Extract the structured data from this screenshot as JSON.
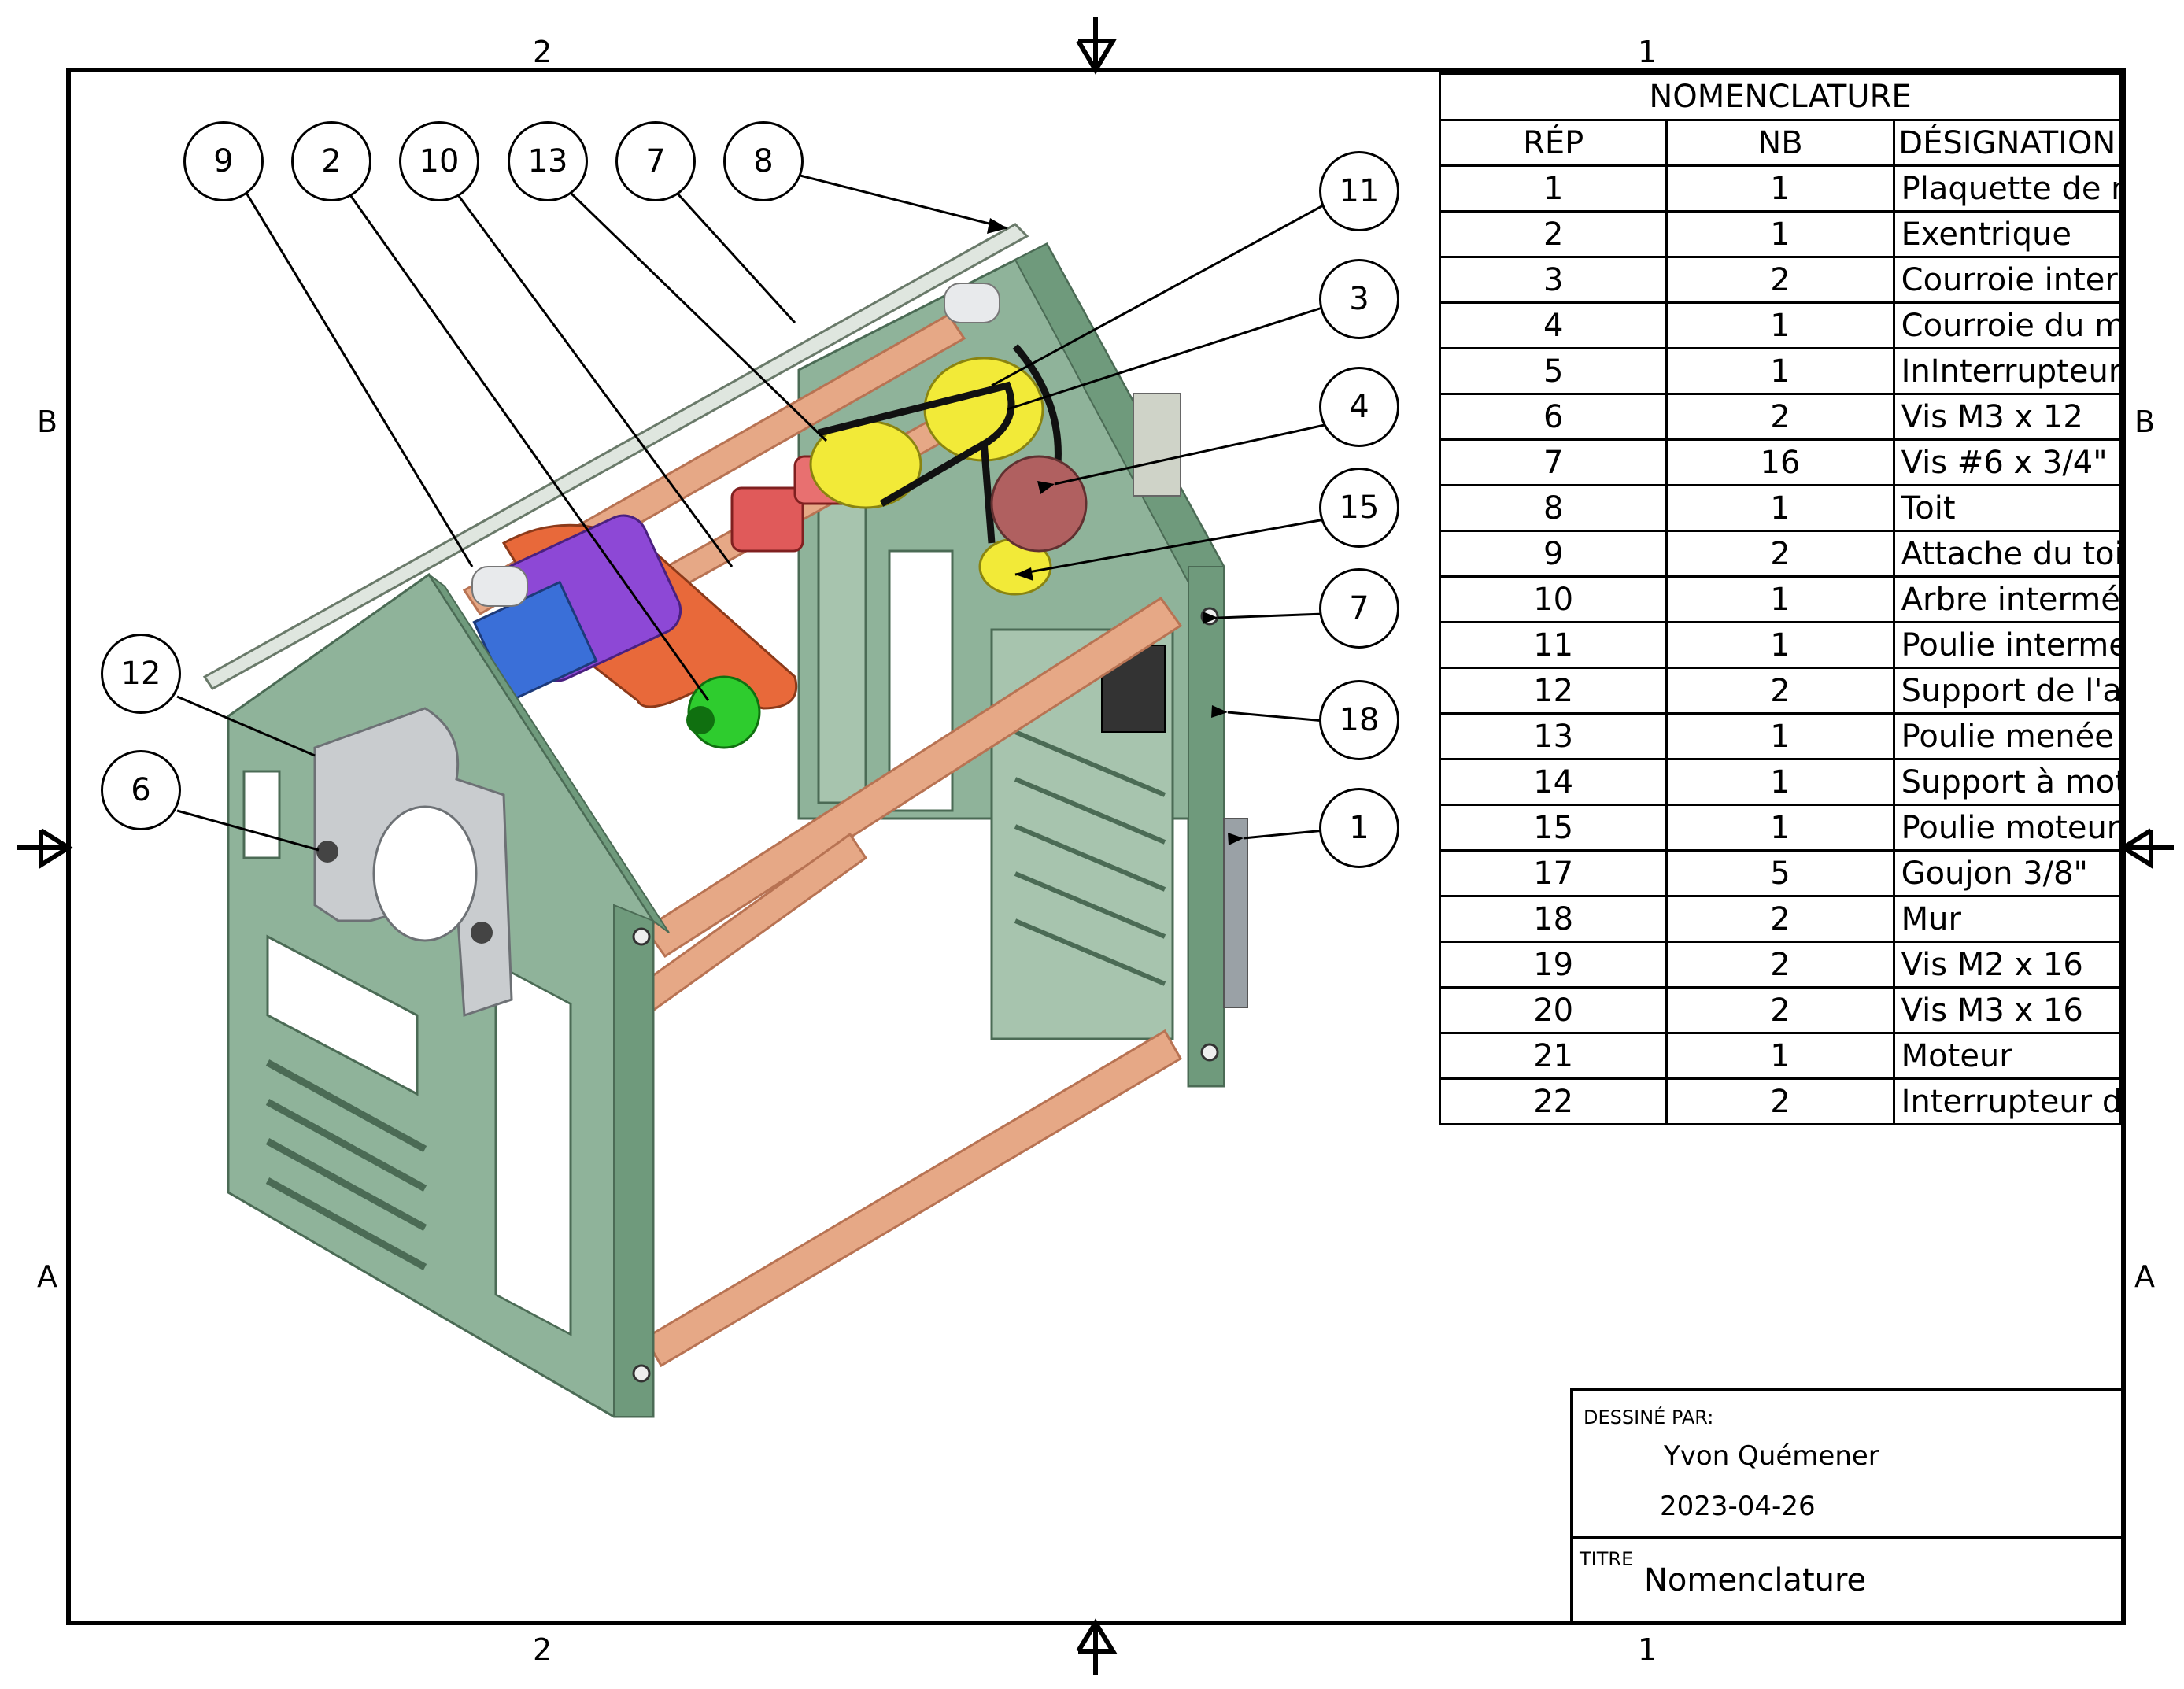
{
  "zones": {
    "top": [
      "2",
      "1"
    ],
    "bottom": [
      "2",
      "1"
    ],
    "left": [
      "B",
      "A"
    ],
    "right": [
      "B",
      "A"
    ]
  },
  "bom": {
    "caption": "NOMENCLATURE",
    "headers": [
      "RÉP",
      "NB",
      "DÉSIGNATION"
    ],
    "rows": [
      [
        "1",
        "1",
        "Plaquette de montage"
      ],
      [
        "2",
        "1",
        "Exentrique"
      ],
      [
        "3",
        "2",
        "Courroie intermédiaire"
      ],
      [
        "4",
        "1",
        "Courroie du moteur"
      ],
      [
        "5",
        "1",
        "InInterrupteur principal"
      ],
      [
        "6",
        "2",
        "Vis M3 x 12"
      ],
      [
        "7",
        "16",
        "Vis #6 x 3/4\""
      ],
      [
        "8",
        "1",
        "Toit"
      ],
      [
        "9",
        "2",
        "Attache du toit"
      ],
      [
        "10",
        "1",
        "Arbre intermédiaire"
      ],
      [
        "11",
        "1",
        "Poulie intermediaire"
      ],
      [
        "12",
        "2",
        "Support de l'arbre intermédiaire"
      ],
      [
        "13",
        "1",
        "Poulie menée"
      ],
      [
        "14",
        "1",
        "Support à moteur"
      ],
      [
        "15",
        "1",
        "Poulie moteur"
      ],
      [
        "17",
        "5",
        "Goujon 3/8\""
      ],
      [
        "18",
        "2",
        "Mur"
      ],
      [
        "19",
        "2",
        "Vis M2 x 16"
      ],
      [
        "20",
        "2",
        "Vis M3 x 16"
      ],
      [
        "21",
        "1",
        "Moteur"
      ],
      [
        "22",
        "2",
        "Interrupteur de fin de course"
      ]
    ]
  },
  "title_block": {
    "drawn_by_label": "DESSINÉ PAR:",
    "author": "Yvon Quémener",
    "date": "2023-04-26",
    "title_label": "TITRE",
    "title": "Nomenclature"
  },
  "balloons": [
    "9",
    "2",
    "10",
    "13",
    "7",
    "8",
    "11",
    "3",
    "4",
    "15",
    "7",
    "18",
    "1",
    "12",
    "6"
  ],
  "colors": {
    "wall": "#8fb39a",
    "wall_edge": "#6f9a7c",
    "dowel": "#e6a886",
    "pulley_yellow": "#f2ea38",
    "purple": "#8d48d6",
    "orange": "#e8693a",
    "green": "#2ecc2e",
    "blue": "#3a6fd8",
    "gray_support": "#c9cccf"
  }
}
